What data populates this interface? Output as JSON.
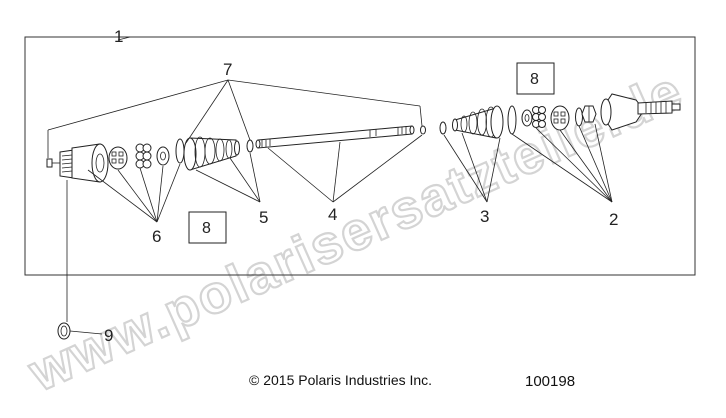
{
  "diagram": {
    "callouts": {
      "c1": "1",
      "c2": "2",
      "c3": "3",
      "c4": "4",
      "c5": "5",
      "c6": "6",
      "c7": "7",
      "c9": "9"
    },
    "kit_boxes": {
      "box_upper_right": "8",
      "box_lower_left": "8"
    }
  },
  "watermark": {
    "text": "www.polarisersatzteile.de",
    "color": "#d4d4d4"
  },
  "footer": {
    "copyright": "© 2015 Polaris Industries Inc.",
    "figure_number": "100198"
  }
}
